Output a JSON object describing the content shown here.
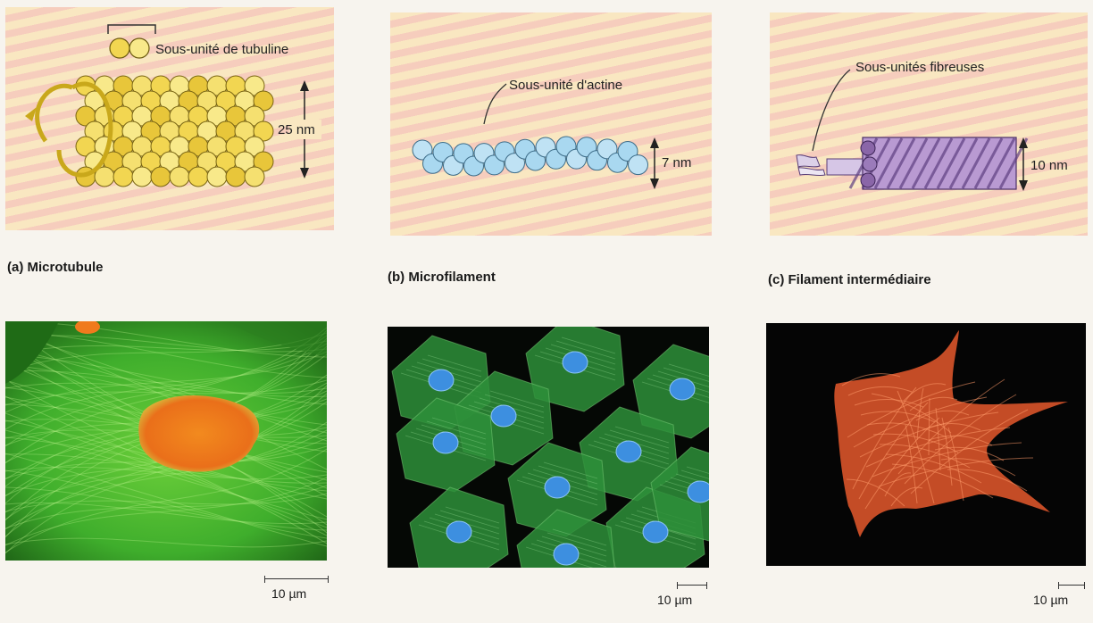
{
  "panels": {
    "a": {
      "caption": "(a) Microtubule",
      "subunit_label": "Sous-unité de tubuline",
      "dimension": "25 nm",
      "scale": "10 µm"
    },
    "b": {
      "caption": "(b) Microfilament",
      "subunit_label": "Sous-unité d'actine",
      "dimension": "7 nm",
      "scale": "10 µm"
    },
    "c": {
      "caption": "(c) Filament intermédiaire",
      "subunit_label": "Sous-unités fibreuses",
      "dimension": "10 nm",
      "scale": "10 µm"
    }
  },
  "colors": {
    "tubulin": "#f2d651",
    "actin": "#a9d8f0",
    "intermediate": "#b99ad2",
    "micro_a_cyto": "#3fae2c",
    "micro_a_nucleus": "#f07a1d",
    "micro_b_cyto": "#2e8f3a",
    "micro_b_nucleus": "#3d8fe0",
    "micro_c_cell": "#e0562a"
  }
}
